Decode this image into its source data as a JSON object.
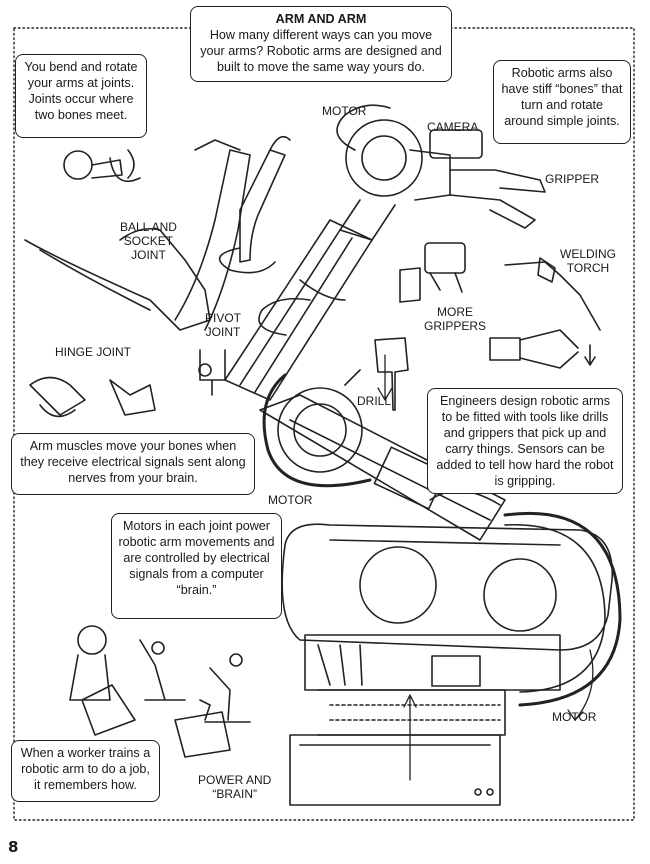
{
  "title": "ARM AND ARM",
  "intro": "How many different ways can you move your arms? Robotic arms are designed and built to move the same way yours do.",
  "captions": {
    "bend_rotate": "You bend and rotate your arms at joints. Joints occur where two bones meet.",
    "stiff_bones": "Robotic arms also have stiff “bones” that turn and rotate around simple joints.",
    "engineers": "Engineers design robotic arms to be fitted with tools like drills and grippers that pick up and carry things. Sensors can be added to tell how hard the robot is gripping.",
    "muscles": "Arm muscles move your bones when they receive electrical signals sent along nerves from your brain.",
    "motors": "Motors in each joint power robotic arm movements and are controlled by electrical signals from a computer “brain.”",
    "worker": "When a worker trains a robotic arm to do a job, it remembers how."
  },
  "labels": {
    "motor_top": "MOTOR",
    "camera": "CAMERA",
    "gripper": "GRIPPER",
    "ball_socket": "BALL AND\nSOCKET\nJOINT",
    "welding_torch": "WELDING\nTORCH",
    "pivot_joint": "PIVOT\nJOINT",
    "more_grippers": "MORE\nGRIPPERS",
    "hinge_joint": "HINGE JOINT",
    "drill": "DRILL",
    "motor_mid": "MOTOR",
    "motor_bottom": "MOTOR",
    "power_brain": "POWER AND\n“BRAIN”"
  },
  "page_number": "8"
}
